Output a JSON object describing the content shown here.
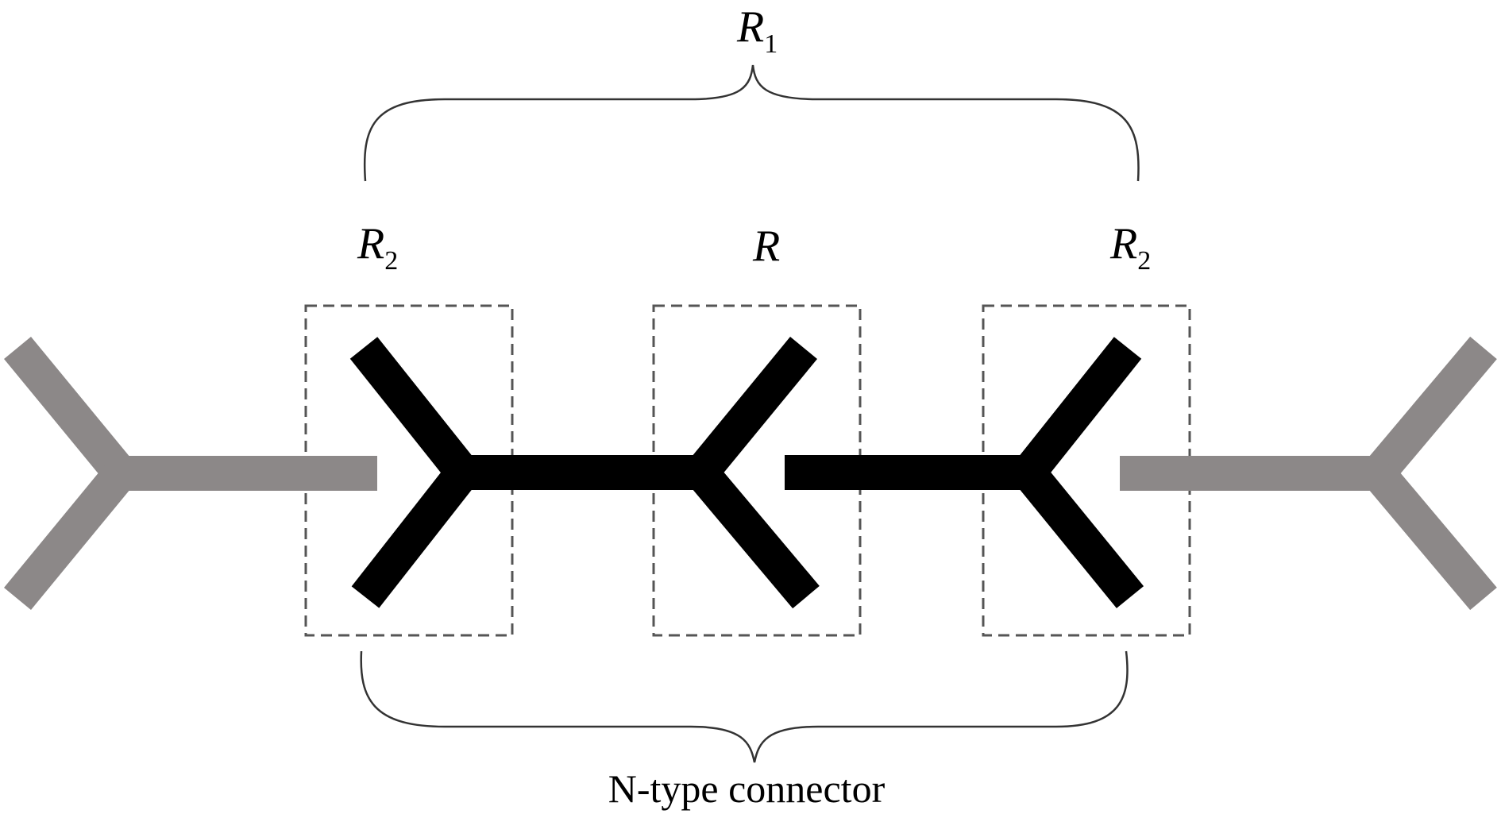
{
  "labels": {
    "top_brace": {
      "symbol": "R",
      "subscript": "1"
    },
    "left_group": {
      "symbol": "R",
      "subscript": "2"
    },
    "center_group": {
      "symbol": "R",
      "subscript": ""
    },
    "right_group": {
      "symbol": "R",
      "subscript": "2"
    },
    "bottom_caption": "N-type connector"
  },
  "colors": {
    "connector_black": "#000000",
    "connector_gray": "#8c8888",
    "dashed_box": "#555555",
    "brace": "#333333"
  }
}
